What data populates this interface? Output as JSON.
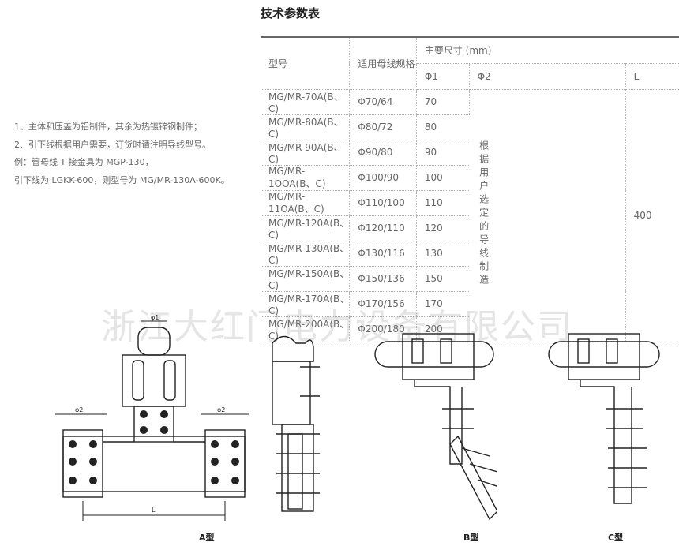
{
  "title": "技术参数表",
  "notes": [
    "1、主体和压盖为铝制件，其余为热镀锌钢制件；",
    "2、引下线根据用户需要，订货时请注明导线型号。",
    "例：管母线 T 接金具为 MGP-130，",
    "引下线为 LGKK-600，则型号为 MG/MR-130A-600K。"
  ],
  "table": {
    "col_model": "型号",
    "col_bus": "适用母线规格",
    "col_dims": "主要尺寸 (mm)",
    "col_d1": "Φ1",
    "col_d2": "Φ2",
    "col_L": "L",
    "rows": [
      {
        "model": "MG/MR-70A(B、C)",
        "spec": "Φ70/64",
        "d1": "70"
      },
      {
        "model": "MG/MR-80A(B、 C)",
        "spec": "Φ80/72",
        "d1": "80"
      },
      {
        "model": "MG/MR-90A(B、C)",
        "spec": "Φ90/80",
        "d1": "90"
      },
      {
        "model": "MG/MR-1OOA(B、C)",
        "spec": "Φ100/90",
        "d1": "100"
      },
      {
        "model": "MG/MR-11OA(B、C)",
        "spec": "Φ110/100",
        "d1": "110"
      },
      {
        "model": "MG/MR-120A(B、C)",
        "spec": "Φ120/110",
        "d1": "120"
      },
      {
        "model": "MG/MR-130A(B、C)",
        "spec": "Φ130/116",
        "d1": "130"
      },
      {
        "model": "MG/MR-150A(B、C)",
        "spec": "Φ150/136",
        "d1": "150"
      },
      {
        "model": "MG/MR-170A(B、C)",
        "spec": "Φ170/156",
        "d1": "170"
      },
      {
        "model": "MG/MR-200A(B、C)",
        "spec": "Φ200/180",
        "d1": "200"
      }
    ],
    "d2_note": "根据用户选定的导线制造",
    "L_value": "400"
  },
  "watermark": "浙江大红门电力设备有限公司",
  "diagrams": {
    "a_caption": "A型",
    "b_caption": "B型",
    "c_caption": "C型",
    "dim_phi1": "φ1",
    "dim_phi2": "φ2",
    "dim_L": "L"
  }
}
